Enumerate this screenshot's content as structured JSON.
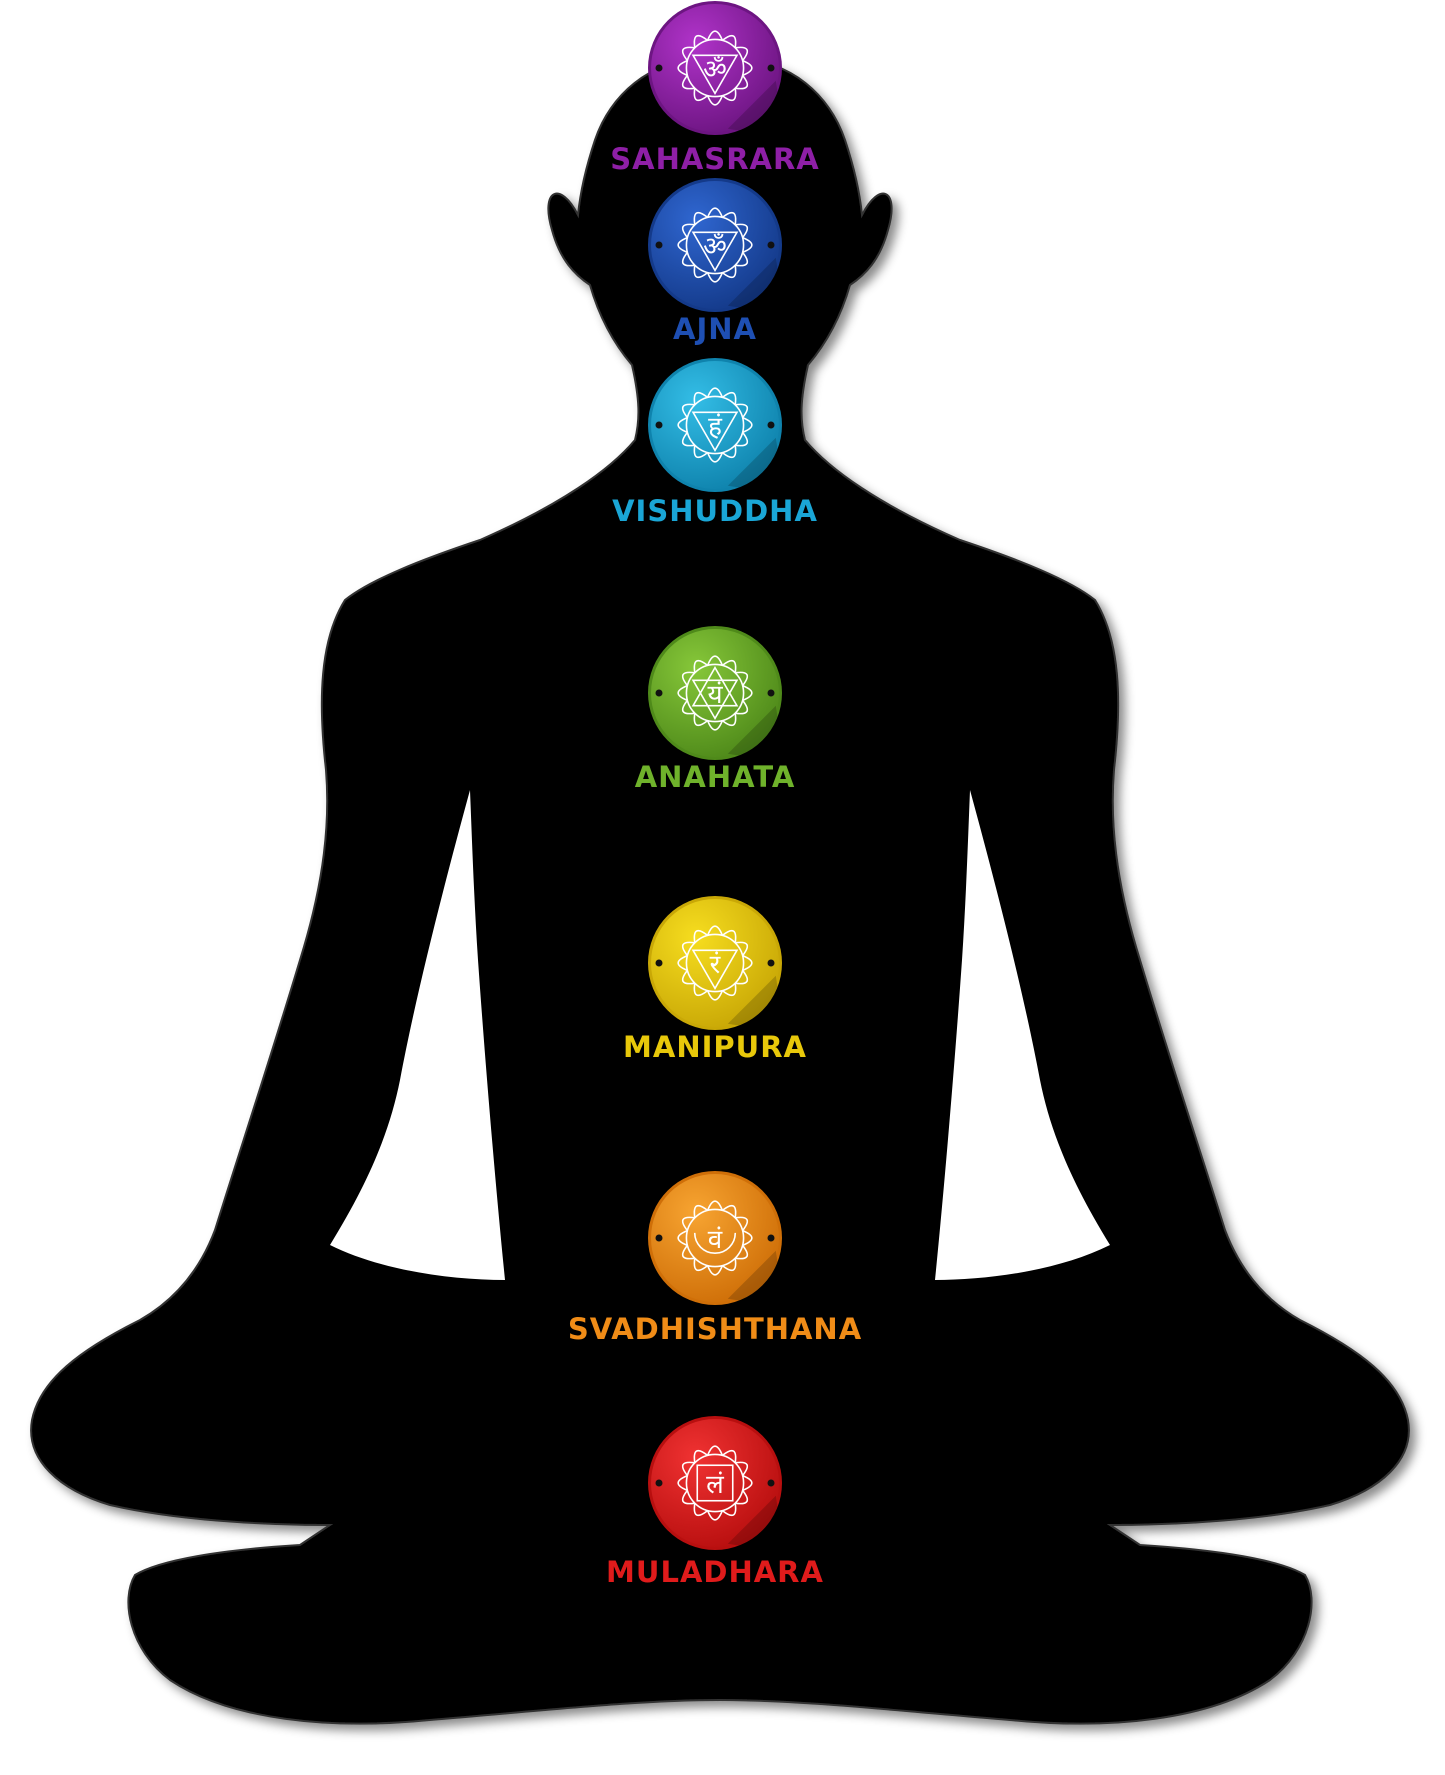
{
  "figure": {
    "subject": "meditating-silhouette",
    "silhouette_color": "#000000"
  },
  "chakras": [
    {
      "name": "SAHASRARA",
      "color": "#8e1fa6",
      "fill_light": "#b033c9",
      "fill_dark": "#6d1582",
      "symbol": "lotus-om-icon",
      "glyph": "ॐ"
    },
    {
      "name": "AJNA",
      "color": "#1e4fb3",
      "fill_light": "#2f66d0",
      "fill_dark": "#143a8a",
      "symbol": "winged-triangle-om-icon",
      "glyph": "ॐ"
    },
    {
      "name": "VISHUDDHA",
      "color": "#1aa6d6",
      "fill_light": "#33bde6",
      "fill_dark": "#0f83ad",
      "symbol": "lotus-triangle-ham-icon",
      "glyph": "हं"
    },
    {
      "name": "ANAHATA",
      "color": "#6fb22b",
      "fill_light": "#86c739",
      "fill_dark": "#4f8a1a",
      "symbol": "hexagram-lotus-yam-icon",
      "glyph": "यं"
    },
    {
      "name": "MANIPURA",
      "color": "#e8c80a",
      "fill_light": "#f6dd1f",
      "fill_dark": "#c9a806",
      "symbol": "lotus-triangle-ram-icon",
      "glyph": "रं"
    },
    {
      "name": "SVADHISHTHANA",
      "color": "#f08c17",
      "fill_light": "#f7a431",
      "fill_dark": "#cf6f08",
      "symbol": "lotus-crescent-vam-icon",
      "glyph": "वं"
    },
    {
      "name": "MULADHARA",
      "color": "#e01b1b",
      "fill_light": "#f03232",
      "fill_dark": "#b80f0f",
      "symbol": "lotus-square-lam-icon",
      "glyph": "लं"
    }
  ]
}
